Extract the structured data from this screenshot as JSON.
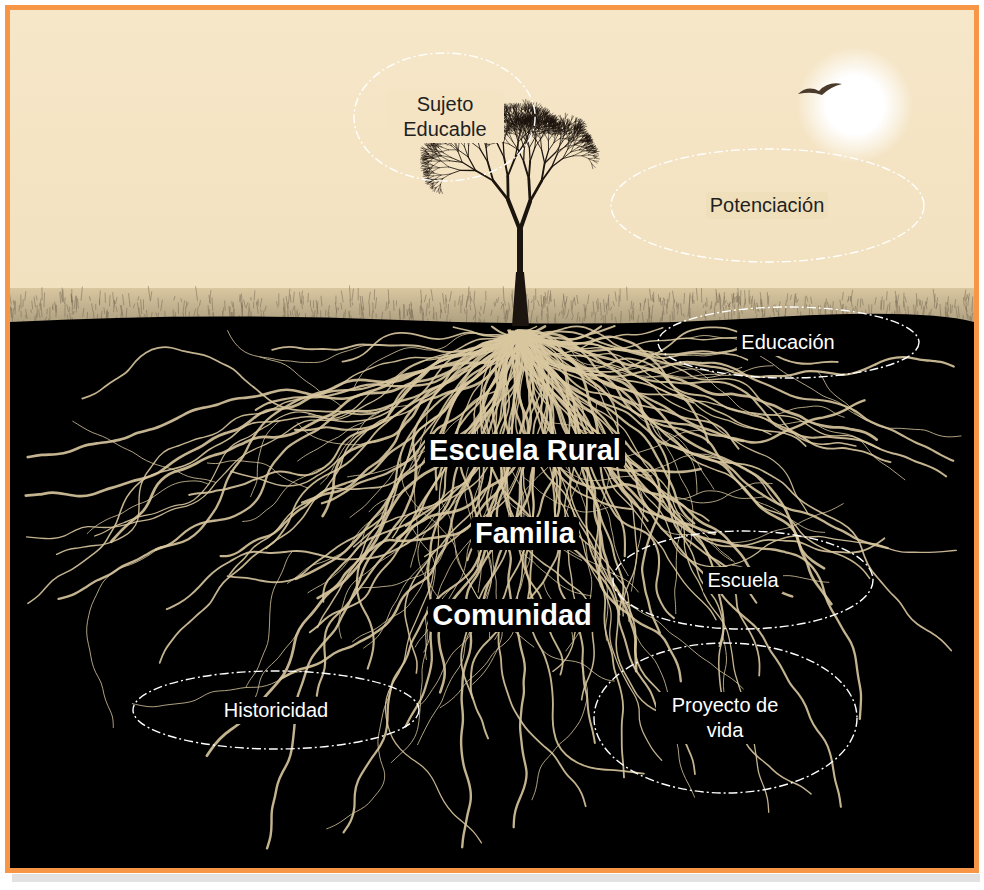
{
  "diagram": {
    "nodes": [
      {
        "text": [
          "Sujeto Educable"
        ]
      },
      {
        "text": [
          "Potenciación"
        ]
      },
      {
        "text": [
          "Educación"
        ]
      },
      {
        "text": [
          "Escuela"
        ]
      },
      {
        "text": [
          "Historicidad"
        ]
      },
      {
        "text": [
          "Proyecto de vida"
        ]
      }
    ],
    "labels": [
      "Escuela Rural",
      "Familia",
      "Comunidad"
    ]
  }
}
